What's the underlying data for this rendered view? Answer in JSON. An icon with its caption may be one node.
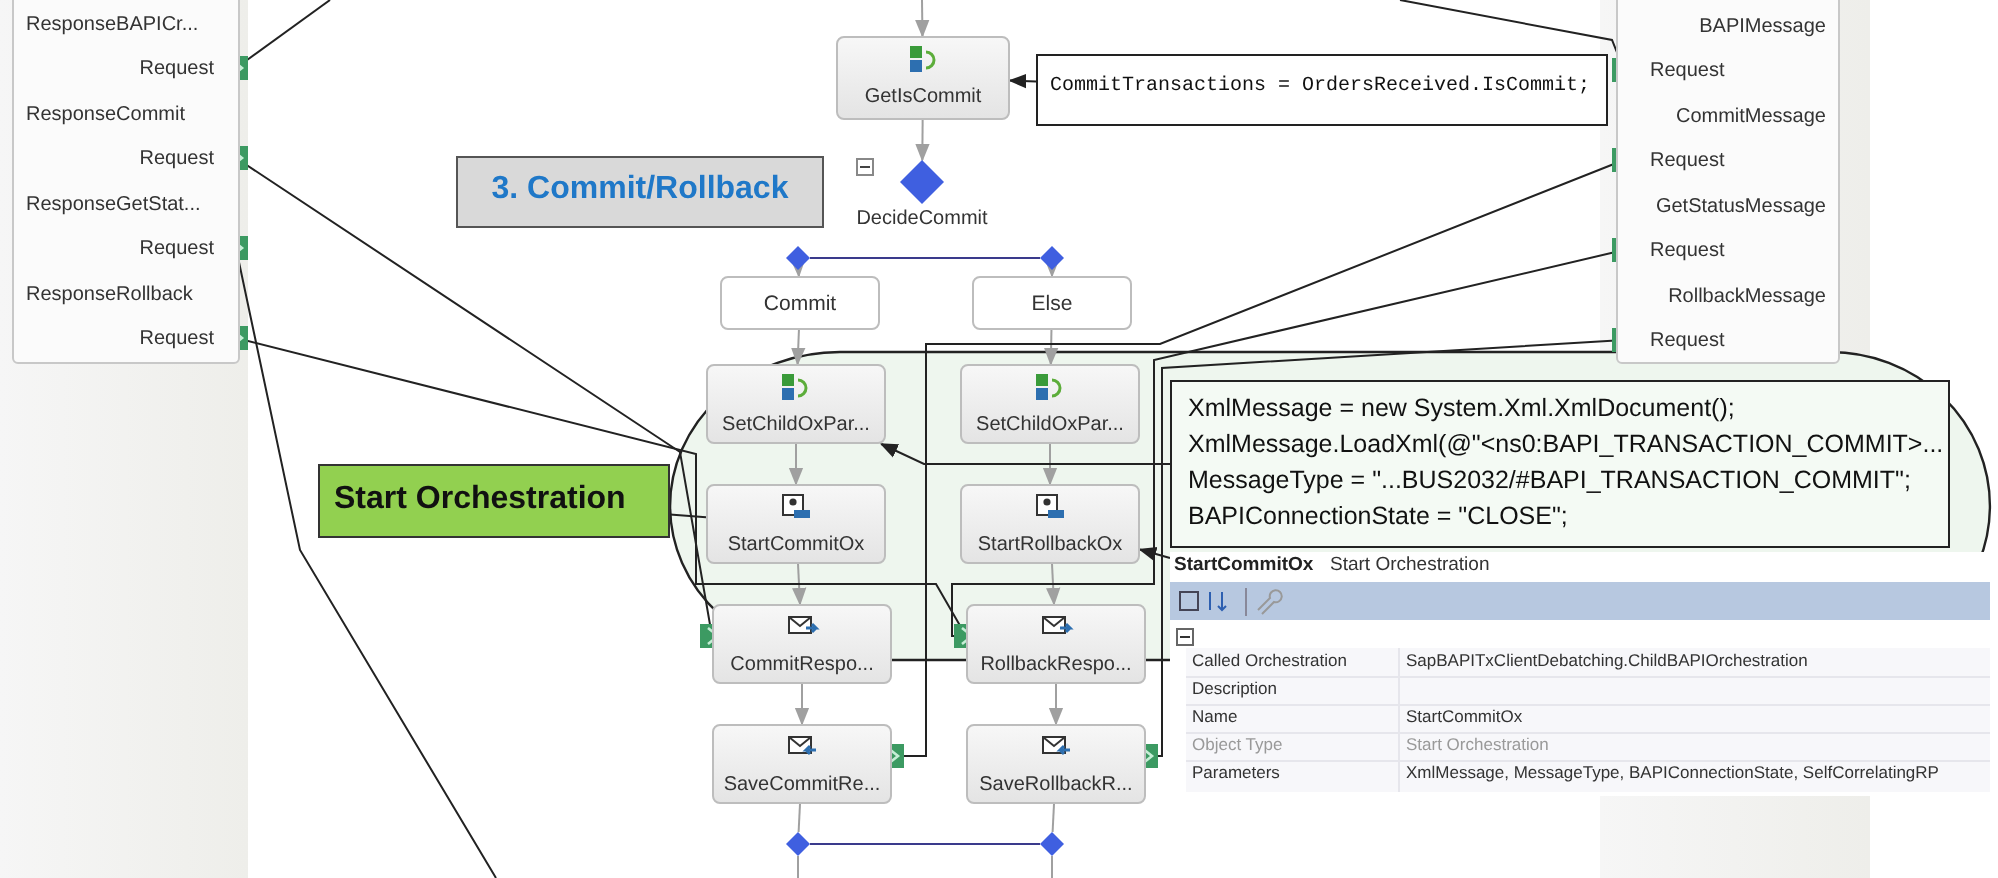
{
  "diagram": {
    "nodes": [
      {
        "text": [],
        "shape": "box"
      },
      {
        "text": [
          "ResponseBAPICr...",
          "Request"
        ],
        "in": 0
      },
      {
        "text": [
          "ResponseCommit",
          "Request"
        ],
        "in": 0
      },
      {
        "text": [
          "ResponseGetStat...",
          "Request"
        ],
        "in": 0
      },
      {
        "text": [
          "ResponseRollback",
          "Request"
        ],
        "in": 0
      },
      {
        "text": [],
        "shape": "box"
      },
      {
        "text": [
          "BAPIMessage",
          "Request"
        ],
        "in": 5
      },
      {
        "text": [
          "CommitMessage",
          "Request"
        ],
        "in": 5
      },
      {
        "text": [
          "GetStatusMessage",
          "Request"
        ],
        "in": 5
      },
      {
        "text": [
          "RollbackMessage",
          "Request"
        ],
        "in": 5
      },
      {
        "text": [
          "GetIsCommit"
        ]
      },
      {
        "text": [
          "CommitTransactions = OrdersReceived.IsCommit;"
        ]
      },
      {
        "text": [
          "3. Commit/Rollback"
        ]
      },
      {
        "text": [
          "DecideCommit"
        ]
      },
      {
        "text": [
          "Commit"
        ]
      },
      {
        "text": [
          "Else"
        ]
      },
      {
        "text": [
          "SetChildOxPar..."
        ]
      },
      {
        "text": [
          "SetChildOxPar..."
        ]
      },
      {
        "text": [
          "StartCommitOx"
        ]
      },
      {
        "text": [
          "StartRollbackOx"
        ]
      },
      {
        "text": [
          "CommitRespo..."
        ]
      },
      {
        "text": [
          "RollbackRespo..."
        ]
      },
      {
        "text": [
          "SaveCommitRe..."
        ]
      },
      {
        "text": [
          "SaveRollbackR..."
        ]
      },
      {
        "text": [
          "Start Orchestration"
        ]
      },
      {
        "text": [
          "XmlMessage = new System.Xml.XmlDocument();",
          "XmlMessage.LoadXml(@\"<ns0:BAPI_TRANSACTION_COMMIT>...",
          "MessageType = \"...BUS2032/#BAPI_TRANSACTION_COMMIT\";",
          "BAPIConnectionState = \"CLOSE\";"
        ]
      },
      {
        "text": [
          "StartCommitOx",
          "Start Orchestration"
        ]
      },
      {
        "text": [],
        "shape": "diamond"
      },
      {
        "text": [],
        "shape": "diamond"
      },
      {
        "text": [],
        "shape": "diamond"
      },
      {
        "text": [],
        "shape": "diamond"
      }
    ],
    "edges": [
      {
        "from": null,
        "to": 10,
        "arrow": "to"
      },
      {
        "from": 10,
        "to": 13,
        "arrow": "to"
      },
      {
        "from": 27,
        "to": 28,
        "arrow": "none",
        "color": "#3a3a8c"
      },
      {
        "from": 27,
        "to": 14,
        "arrow": "to"
      },
      {
        "from": 28,
        "to": 15,
        "arrow": "to"
      },
      {
        "from": 14,
        "to": 16,
        "arrow": "to"
      },
      {
        "from": 15,
        "to": 17,
        "arrow": "to"
      },
      {
        "from": 16,
        "to": 18,
        "arrow": "to"
      },
      {
        "from": 17,
        "to": 19,
        "arrow": "to"
      },
      {
        "from": 18,
        "to": 20,
        "arrow": "to"
      },
      {
        "from": 19,
        "to": 21,
        "arrow": "to"
      },
      {
        "from": 20,
        "to": 22,
        "arrow": "to"
      },
      {
        "from": 21,
        "to": 23,
        "arrow": "to"
      },
      {
        "from": 22,
        "to": 29,
        "arrow": "none"
      },
      {
        "from": 23,
        "to": 30,
        "arrow": "none"
      },
      {
        "from": 29,
        "to": 30,
        "arrow": "none",
        "color": "#3a3a8c"
      },
      {
        "from": 11,
        "to": 10,
        "arrow": "to",
        "color": "#222222"
      },
      {
        "from": 25,
        "to": 16,
        "arrow": "to",
        "color": "#222222"
      },
      {
        "from": 24,
        "to": 18,
        "arrow": "none",
        "color": "#222222"
      },
      {
        "from": 26,
        "to": 19,
        "arrow": "to",
        "color": "#222222"
      },
      {
        "from": 1,
        "to": null,
        "arrow": "other",
        "color": "#222222"
      },
      {
        "from": null,
        "to": 6,
        "arrow": "other",
        "color": "#222222"
      },
      {
        "from": 2,
        "to": 20,
        "arrow": "other",
        "color": "#222222"
      },
      {
        "from": 3,
        "to": null,
        "arrow": "other",
        "color": "#222222"
      },
      {
        "from": 4,
        "to": 21,
        "arrow": "other",
        "color": "#222222"
      },
      {
        "from": 7,
        "to": 22,
        "arrow": "other",
        "color": "#222222"
      },
      {
        "from": 8,
        "to": 21,
        "arrow": "other",
        "color": "#222222"
      },
      {
        "from": 9,
        "to": 23,
        "arrow": "other",
        "color": "#222222"
      },
      {
        "from": 29,
        "to": null,
        "arrow": "none"
      },
      {
        "from": 30,
        "to": null,
        "arrow": "none"
      }
    ],
    "labels": [
      "Called Orchestration",
      "SapBAPITxClientDebatching.ChildBAPIOrchestration",
      "Description",
      "Name",
      "StartCommitOx",
      "Object Type",
      "Start Orchestration",
      "Parameters",
      "XmlMessage, MessageType, BAPIConnectionState, SelfCorrelatingRP"
    ]
  }
}
